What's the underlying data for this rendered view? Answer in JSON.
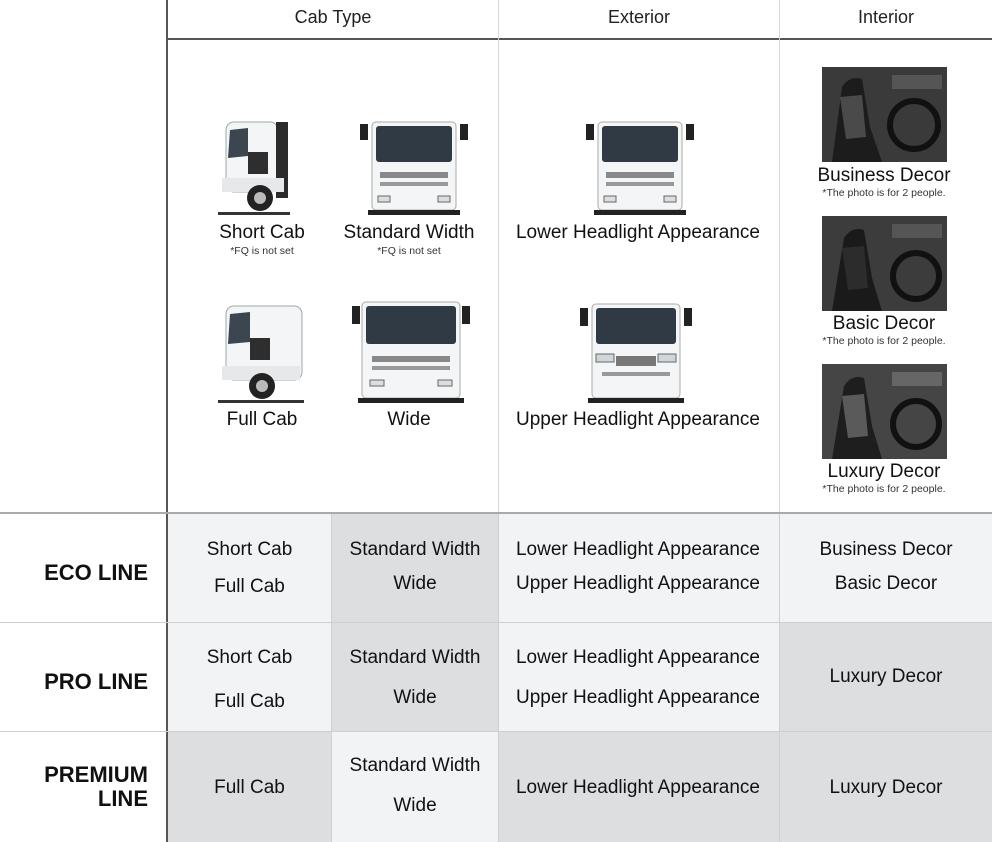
{
  "header": {
    "cab_type": "Cab Type",
    "exterior": "Exterior",
    "interior": "Interior"
  },
  "images": {
    "short_cab": {
      "label": "Short Cab",
      "note": "*FQ is not set"
    },
    "standard_width": {
      "label": "Standard Width",
      "note": "*FQ is not set"
    },
    "full_cab": {
      "label": "Full Cab"
    },
    "wide": {
      "label": "Wide"
    },
    "lower_headlight": {
      "label": "Lower Headlight Appearance"
    },
    "upper_headlight": {
      "label": "Upper Headlight Appearance"
    },
    "business_decor": {
      "label": "Business Decor",
      "note": "*The photo is for 2 people."
    },
    "basic_decor": {
      "label": "Basic Decor",
      "note": "*The photo is for 2 people."
    },
    "luxury_decor": {
      "label": "Luxury Decor",
      "note": "*The photo is for 2 people."
    }
  },
  "rows": [
    {
      "label": "ECO LINE",
      "cab_a": [
        "Short Cab",
        "Full Cab"
      ],
      "cab_b": [
        "Standard Width",
        "Wide"
      ],
      "exterior": [
        "Lower Headlight Appearance",
        "Upper Headlight Appearance"
      ],
      "interior": [
        "Business Decor",
        "Basic Decor"
      ]
    },
    {
      "label": "PRO LINE",
      "cab_a": [
        "Short Cab",
        "Full Cab"
      ],
      "cab_b": [
        "Standard Width",
        "Wide"
      ],
      "exterior": [
        "Lower Headlight Appearance",
        "Upper Headlight Appearance"
      ],
      "interior": [
        "Luxury Decor"
      ]
    },
    {
      "label_line1": "PREMIUM",
      "label_line2": "LINE",
      "cab_a": [
        "Full Cab"
      ],
      "cab_b": [
        "Standard Width",
        "Wide"
      ],
      "exterior": [
        "Lower Headlight Appearance"
      ],
      "interior": [
        "Luxury Decor"
      ]
    }
  ],
  "colors": {
    "light_cell": "#f2f3f4",
    "dark_cell": "#dcdedf",
    "grid_line": "#cfcfcf",
    "axis_line": "#555555"
  }
}
